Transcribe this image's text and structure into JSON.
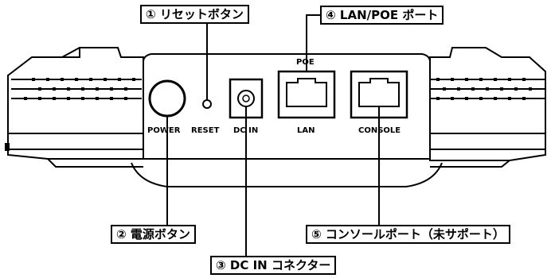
{
  "callouts": {
    "reset": "① リセットボタン",
    "lan_poe": "④ LAN/POE ポート",
    "power": "② 電源ボタン",
    "console": "⑤ コンソールポート（未サポート）",
    "dc_in": "③ DC IN コネクター"
  },
  "device_labels": {
    "power": "POWER",
    "reset": "RESET",
    "dc_in": "DC IN",
    "poe": "POE",
    "lan": "LAN",
    "console": "CONSOLE"
  }
}
